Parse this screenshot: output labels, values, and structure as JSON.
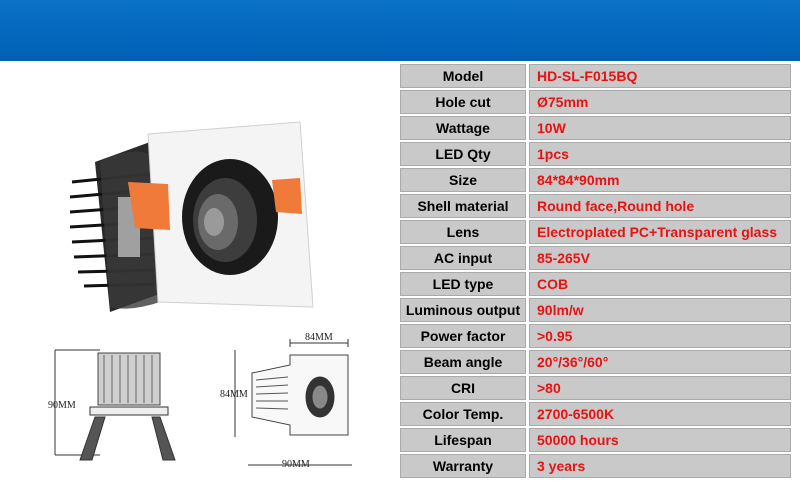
{
  "specs": [
    {
      "label": "Model",
      "value": "HD-SL-F015BQ"
    },
    {
      "label": "Hole cut",
      "value": "Ø75mm"
    },
    {
      "label": "Wattage",
      "value": "10W"
    },
    {
      "label": "LED Qty",
      "value": "1pcs"
    },
    {
      "label": "Size",
      "value": "84*84*90mm"
    },
    {
      "label": "Shell material",
      "value": "Round face,Round hole"
    },
    {
      "label": "Lens",
      "value": "Electroplated PC+Transparent glass"
    },
    {
      "label": "AC input",
      "value": "85-265V"
    },
    {
      "label": "LED type",
      "value": "COB"
    },
    {
      "label": "Luminous output",
      "value": "90lm/w"
    },
    {
      "label": "Power factor",
      "value": ">0.95"
    },
    {
      "label": "Beam angle",
      "value": "20°/36°/60°"
    },
    {
      "label": "CRI",
      "value": ">80"
    },
    {
      "label": "Color Temp.",
      "value": "2700-6500K"
    },
    {
      "label": "Lifespan",
      "value": "50000 hours"
    },
    {
      "label": "Warranty",
      "value": "3 years"
    }
  ],
  "dimensions": {
    "side_height": "90MM",
    "top_width": "84MM",
    "front_height": "84MM",
    "front_depth": "90MM"
  },
  "colors": {
    "banner": "#0066bb",
    "label_bg": "#c9c9c9",
    "value_text": "#e81212",
    "clip": "#f07a3a"
  }
}
